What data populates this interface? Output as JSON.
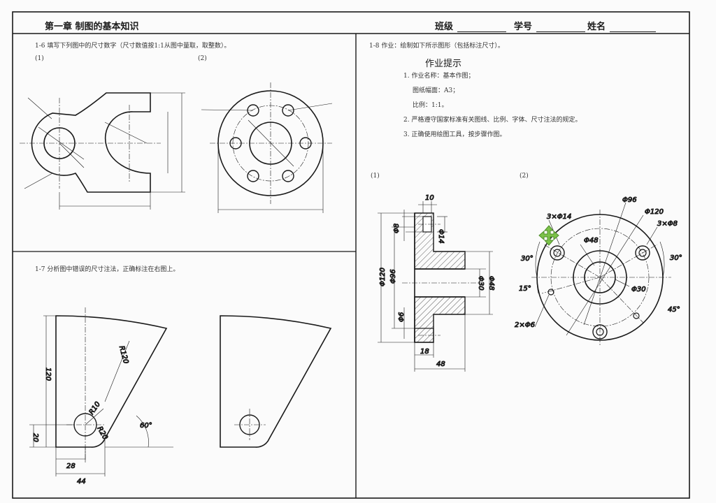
{
  "header": {
    "chapter": "第一章  制图的基本知识",
    "class_label": "班级",
    "student_id_label": "学号",
    "name_label": "姓名"
  },
  "ex_1_6": {
    "title": "1-6  填写下列图中的尺寸数字（尺寸数值按1:1从图中量取，取整数）。",
    "part1": "(1)",
    "part2": "(2)"
  },
  "ex_1_7": {
    "title": "1-7  分析图中错误的尺寸注法，正确标注在右图上。",
    "dims": {
      "r120": "R120",
      "d120": "120",
      "r10": "R10",
      "r20": "R20",
      "d20": "20",
      "d28": "28",
      "d44": "44",
      "a60": "60°"
    }
  },
  "ex_1_8": {
    "title": "1-8  作业：绘制如下所示图形（包括标注尺寸）。",
    "hint_title": "作业提示",
    "hints": [
      "1. 作业名称：基本作图；",
      "图纸幅面：A3；",
      "比例：1:1。",
      "2. 严格遵守国家标准有关图线、比例、字体、尺寸注法的规定。",
      "3. 正确使用绘图工具，按步骤作图。"
    ],
    "part1": "(1)",
    "part2": "(2)",
    "dims1": {
      "d10": "10",
      "phi14": "Φ14",
      "phi8": "Φ8",
      "phi120": "Φ120",
      "phi96": "Φ96",
      "phi6": "Φ6",
      "phi30": "Φ30",
      "phi48": "Φ48",
      "d18": "18",
      "d48": "48"
    },
    "dims2": {
      "phi96": "Φ96",
      "phi120": "Φ120",
      "n3phi14": "3×Φ14",
      "n3phi8": "3×Φ8",
      "phi48": "Φ48",
      "a30l": "30°",
      "a30r": "30°",
      "a15": "15°",
      "n2phi6": "2×Φ6",
      "phi30": "Φ30",
      "a45": "45°"
    }
  },
  "colors": {
    "cursor": "#7cc24a"
  }
}
